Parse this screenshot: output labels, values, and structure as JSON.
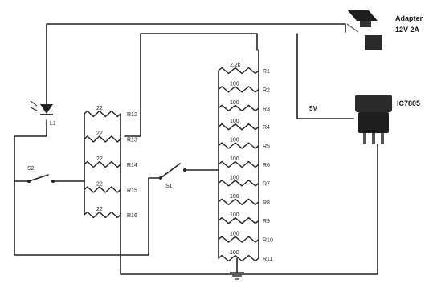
{
  "labels": {
    "adapter_title": "Adapter",
    "adapter_rating": "12V 2A",
    "regulator": "IC7805",
    "voltage": "5V",
    "led": "L1",
    "switch_s2": "S2",
    "switch_s1": "S1"
  },
  "left_ladder": {
    "values": [
      "22",
      "22",
      "22",
      "22",
      "22"
    ],
    "names": [
      "R12",
      "R13",
      "R14",
      "R15",
      "R16"
    ]
  },
  "right_ladder": {
    "values": [
      "2.2k",
      "100",
      "100",
      "100",
      "100",
      "100",
      "100",
      "100",
      "100",
      "100",
      "100"
    ],
    "names": [
      "R1",
      "R2",
      "R3",
      "R4",
      "R5",
      "R6",
      "R7",
      "R8",
      "R9",
      "R10",
      "R11"
    ]
  },
  "colors": {
    "wire": "#222222",
    "component": "#2b2b2b"
  },
  "icons": [
    "adapter-icon",
    "regulator-icon",
    "led-icon",
    "ground-icon"
  ]
}
